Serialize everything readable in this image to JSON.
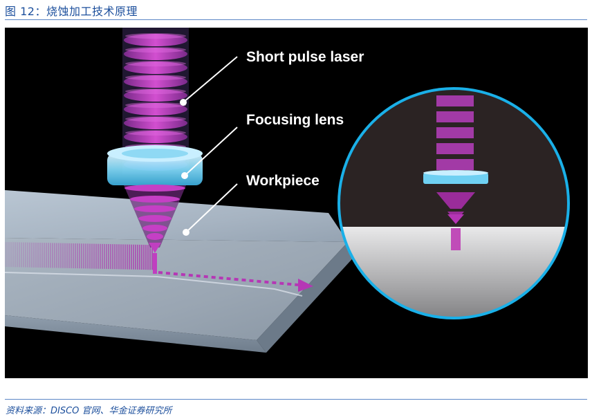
{
  "figure": {
    "title": "图 12：烧蚀加工技术原理",
    "source": "资料来源：DISCO 官网、华金证券研究所"
  },
  "diagram": {
    "labels": {
      "laser": "Short pulse laser",
      "lens": "Focusing lens",
      "workpiece": "Workpiece"
    }
  },
  "colors": {
    "title_blue": "#1c4f9c",
    "rule_blue": "#5b86c5",
    "laser_magenta": "#b02fb0",
    "lens_cyan": "#6fd0f2",
    "zoom_ring": "#1ab0e8",
    "background": "#000000"
  }
}
